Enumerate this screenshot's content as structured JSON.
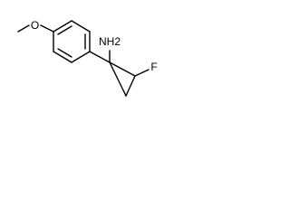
{
  "structure": {
    "labels": {
      "oxygen": "O",
      "amine": "NH2",
      "fluorine": "F"
    }
  }
}
